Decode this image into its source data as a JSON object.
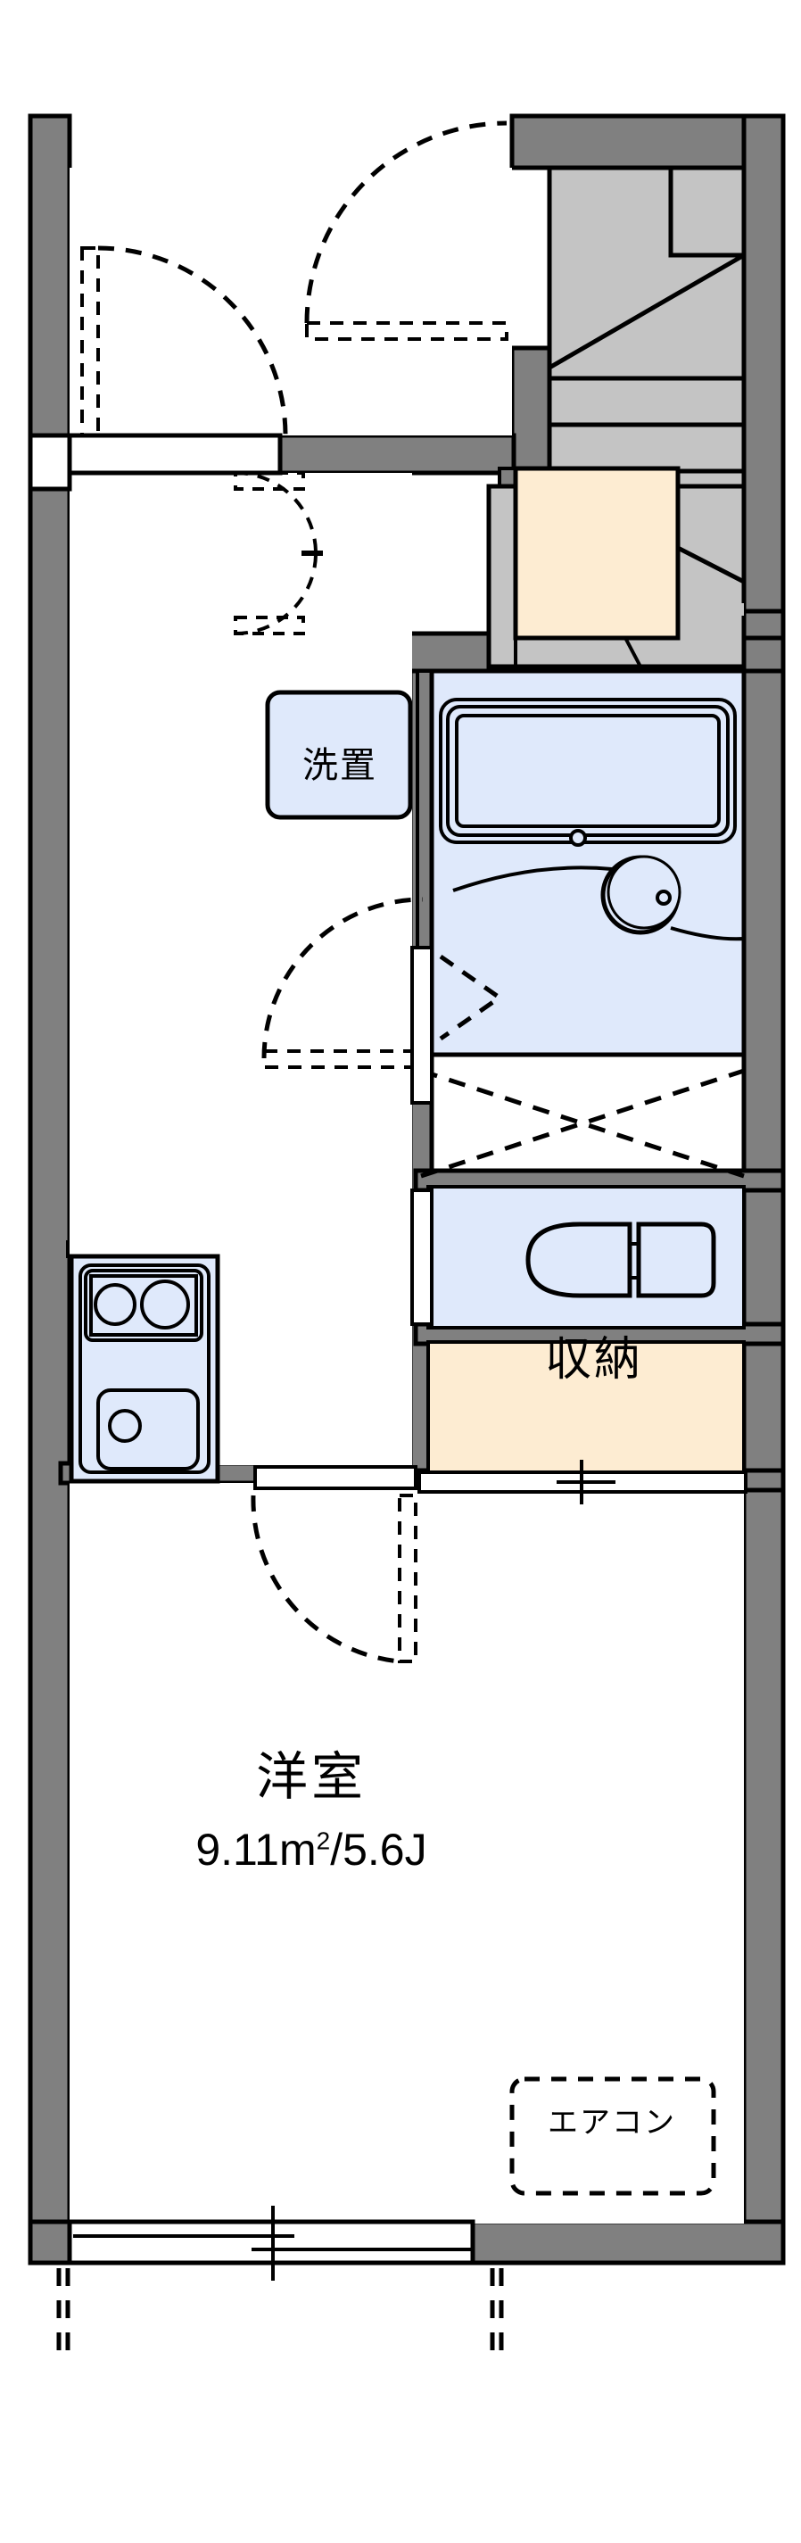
{
  "document": {
    "type": "floor-plan",
    "title": "",
    "unit_layout": "1K"
  },
  "colors": {
    "wall_fill": "#808080",
    "wall_stroke": "#000000",
    "stair_fill": "#c4c4c4",
    "water_fill": "#dfe9fb",
    "storage_fill": "#fdecd2",
    "floor_fill": "#ffffff",
    "line": "#000000"
  },
  "rooms": [
    {
      "key": "washer",
      "label": "洗置",
      "fill": "#dfe9fb",
      "note": "washing-machine space"
    },
    {
      "key": "storage",
      "label": "収納",
      "fill": "#fdecd2",
      "note": "closet / storage"
    },
    {
      "key": "main_room",
      "label": "洋室",
      "area_metric": "9.11",
      "area_unit": "m",
      "area_superscript": "2",
      "area_separator": "/",
      "area_tatami": "5.6J",
      "area_text": "9.11m/5.6J",
      "fill": "#ffffff",
      "note": "western-style bedroom"
    },
    {
      "key": "entry_closet",
      "label": "",
      "fill": "#fdecd2",
      "note": "shoe box at entry"
    },
    {
      "key": "bath",
      "label": "",
      "fill": "#dfe9fb",
      "note": "unit bath with tub and sink"
    },
    {
      "key": "toilet",
      "label": "",
      "fill": "#dfe9fb",
      "note": "toilet room"
    },
    {
      "key": "kitchen",
      "label": "",
      "fill": "#dfe9fb",
      "note": "kitchen sink with two gas burners"
    },
    {
      "key": "stairs",
      "label": "",
      "fill": "#c4c4c4",
      "note": "common winder staircase"
    }
  ],
  "annotations": {
    "aircon": "エアコン"
  },
  "fixtures": [
    {
      "name": "bathtub",
      "room": "bath"
    },
    {
      "name": "bath-sink",
      "room": "bath"
    },
    {
      "name": "toilet-bowl",
      "room": "toilet"
    },
    {
      "name": "toilet-tank",
      "room": "toilet"
    },
    {
      "name": "kitchen-sink-basin",
      "room": "kitchen"
    },
    {
      "name": "gas-burner-left",
      "room": "kitchen"
    },
    {
      "name": "gas-burner-right",
      "room": "kitchen"
    },
    {
      "name": "staircase-treads",
      "room": "stairs"
    }
  ],
  "openings": [
    {
      "name": "entrance-door",
      "type": "swing-door"
    },
    {
      "name": "balcony-window",
      "type": "sliding-window"
    },
    {
      "name": "room-door",
      "type": "swing-door"
    },
    {
      "name": "bath-door",
      "type": "folding-door"
    },
    {
      "name": "entry-closet-door",
      "type": "double-swing-door"
    },
    {
      "name": "corridor-door",
      "type": "swing-door"
    },
    {
      "name": "storage-door",
      "type": "sliding-door"
    },
    {
      "name": "toilet-door",
      "type": "swing-door"
    }
  ]
}
